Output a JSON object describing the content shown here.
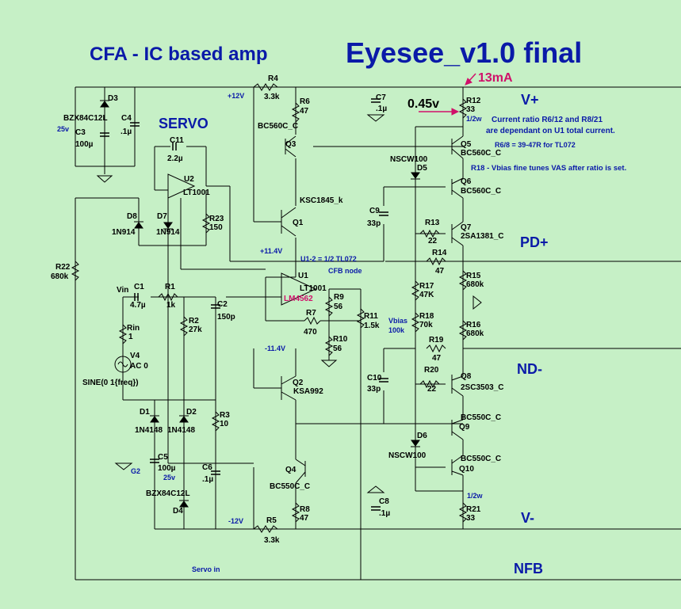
{
  "header": {
    "left_title": "CFA - IC based amp",
    "right_title": "Eyesee_v1.0 final",
    "current_note": "13mA",
    "voltage_note": "0.45v"
  },
  "colors": {
    "background": "#c6f0c6",
    "title_blue": "#0a1aa8",
    "accent_magenta": "#d0106a",
    "wire": "#000000"
  },
  "notes": {
    "servo": "SERVO",
    "ratio_1": "Current ratio R6/12 and R8/21",
    "ratio_2": "are dependant on U1 total current.",
    "ratio_3": "R6/8 = 39-47R for TL072",
    "r18_note": "R18 - Vbias fine tunes VAS after ratio is set.",
    "u12_note": "U1-2 = 1/2 TL072",
    "cfb_node": "CFB node",
    "vbias": "Vbias",
    "vbias_val": "100k",
    "lm4562": "LM4562",
    "servo_in": "Servo in",
    "half_w_top": "1/2w",
    "half_w_bot": "1/2w",
    "c3_v": "25v",
    "c5_v": "25v"
  },
  "rails": {
    "vplus": "V+",
    "pdplus": "PD+",
    "ndminus": "ND-",
    "vminus": "V-",
    "nfb": "NFB",
    "p12": "+12V",
    "m12": "-12V",
    "p114": "+11.4V",
    "m114": "-11.4V",
    "g2": "G2"
  },
  "components": {
    "r4": "R4",
    "r4v": "3.3k",
    "r5": "R5",
    "r5v": "3.3k",
    "r6": "R6",
    "r6v": "47",
    "r8": "R8",
    "r8v": "47",
    "r12": "R12",
    "r12v": "33",
    "r21": "R21",
    "r21v": "33",
    "r13": "R13",
    "r13v": "22",
    "r14": "R14",
    "r14v": "47",
    "r15": "R15",
    "r15v": "680k",
    "r16": "R16",
    "r16v": "680k",
    "r17": "R17",
    "r17v": "47K",
    "r18": "R18",
    "r18v": "70k",
    "r19": "R19",
    "r19v": "47",
    "r20": "R20",
    "r20v": "22",
    "r22": "R22",
    "r22v": "680k",
    "r23": "R23",
    "r23v": "150",
    "r1": "R1",
    "r1v": "1k",
    "r2": "R2",
    "r2v": "27k",
    "r3": "R3",
    "r3v": "10",
    "r7": "R7",
    "r7v": "470",
    "r9": "R9",
    "r9v": "56",
    "r10": "R10",
    "r10v": "56",
    "r11": "R11",
    "r11v": "1.5k",
    "rin": "Rin",
    "rinv": "1",
    "c1": "C1",
    "c1v": "4.7µ",
    "c2": "C2",
    "c2v": "150p",
    "c3": "C3",
    "c3v": "100µ",
    "c4": "C4",
    "c4v": ".1µ",
    "c5": "C5",
    "c5v": "100µ",
    "c6": "C6",
    "c6v": ".1µ",
    "c7": "C7",
    "c7v": ".1µ",
    "c8": "C8",
    "c8v": ".1µ",
    "c9": "C9",
    "c9v": "33p",
    "c10": "C10",
    "c10v": "33p",
    "c11": "C11",
    "c11v": "2.2µ",
    "d1": "D1",
    "d1v": "1N4148",
    "d2": "D2",
    "d2v": "1N4148",
    "d3": "D3",
    "d3v": "BZX84C12L",
    "d4": "D4",
    "d4v": "BZX84C12L",
    "d5": "D5",
    "d5v": "NSCW100",
    "d6": "D6",
    "d6v": "NSCW100",
    "d7": "D7",
    "d7v": "1N914",
    "d8": "D8",
    "d8v": "1N914",
    "q1": "Q1",
    "q1v": "KSC1845_k",
    "q2": "Q2",
    "q2v": "KSA992",
    "q3": "Q3",
    "q3v": "BC560C_C",
    "q4": "Q4",
    "q4v": "BC550C_C",
    "q5": "Q5",
    "q5v": "BC560C_C",
    "q6": "Q6",
    "q6v": "BC560C_C",
    "q7": "Q7",
    "q7v": "2SA1381_C",
    "q8": "Q8",
    "q8v": "2SC3503_C",
    "q9": "Q9",
    "q9v": "BC550C_C",
    "q10": "Q10",
    "q10v": "BC550C_C",
    "u1": "U1",
    "u1v": "LT1001",
    "u2": "U2",
    "u2v": "LT1001",
    "v4": "V4",
    "v4v": "AC 0",
    "vin": "Vin",
    "sine": "SINE(0 1{freq})"
  }
}
